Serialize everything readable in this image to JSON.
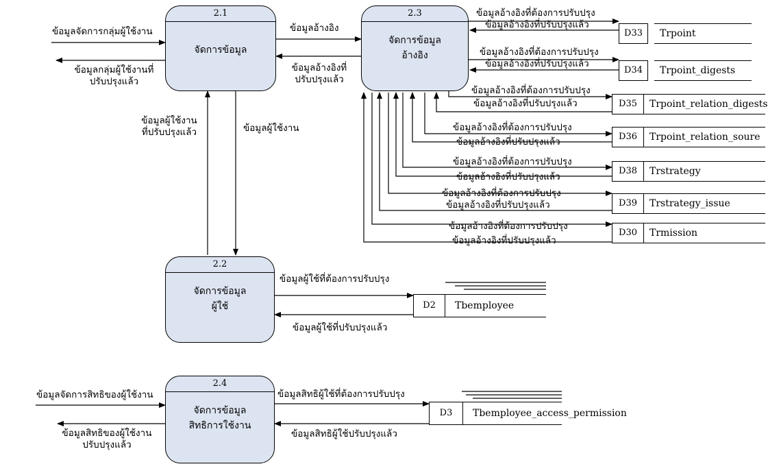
{
  "processes": {
    "p21": {
      "id": "2.1",
      "name": "จัดการข้อมูล"
    },
    "p23": {
      "id": "2.3",
      "name_line1": "จัดการข้อมูล",
      "name_line2": "อ้างอิง"
    },
    "p22": {
      "id": "2.2",
      "name_line1": "จัดการข้อมูล",
      "name_line2": "ผู้ใช้"
    },
    "p24": {
      "id": "2.4",
      "name_line1": "จัดการข้อมูล",
      "name_line2": "สิทธิการใช้งาน"
    }
  },
  "stores": {
    "d33": {
      "id": "D33",
      "name": "Trpoint"
    },
    "d34": {
      "id": "D34",
      "name": "Trpoint_digests"
    },
    "d35": {
      "id": "D35",
      "name": "Trpoint_relation_digests"
    },
    "d36": {
      "id": "D36",
      "name": "Trpoint_relation_soure"
    },
    "d38": {
      "id": "D38",
      "name": "Trstrategy"
    },
    "d39": {
      "id": "D39",
      "name": "Trstrategy_issue"
    },
    "d30": {
      "id": "D30",
      "name": "Trmission"
    },
    "d2": {
      "id": "D2",
      "name": "Tbemployee"
    },
    "d3": {
      "id": "D3",
      "name": "Tbemployee_access_permission"
    }
  },
  "flows": {
    "in_21": "ข้อมูลจัดการกลุ่มผู้ใช้งาน",
    "out_21_l1": "ข้อมูลกลุ่มผู้ใช้งานที่",
    "out_21_l2": "ปรับปรุงแล้ว",
    "p21_to_p23": "ข้อมูลอ้างอิง",
    "p23_to_p21_l1": "ข้อมูลอ้างอิงที่",
    "p23_to_p21_l2": "ปรับปรุงแล้ว",
    "p22_to_p21_l1": "ข้อมูลผู้ใช้งาน",
    "p22_to_p21_l2": "ที่ปรับปรุงแล้ว",
    "p21_to_p22": "ข้อมูลผู้ใช้งาน",
    "ref_update": "ข้อมูลอ้างอิงที่ต้องการปรับปรุง",
    "ref_updated": "ข้อมูลอ้างอิงที่ปรับปรุงแล้ว",
    "user_update": "ข้อมูลผู้ใช้ที่ต้องการปรับปรุง",
    "user_updated": "ข้อมูลผู้ใช้ที่ปรับปรุงแล้ว",
    "in_24": "ข้อมูลจัดการสิทธิของผู้ใช้งาน",
    "out_24_l1": "ข้อมูลสิทธิของผู้ใช้งาน",
    "out_24_l2": "ปรับปรุงแล้ว",
    "perm_update": "ข้อมูลสิทธิผู้ใช้ที่ต้องการปรับปรุง",
    "perm_updated": "ข้อมูลสิทธิผู้ใช้ปรับปรุงแล้ว"
  }
}
